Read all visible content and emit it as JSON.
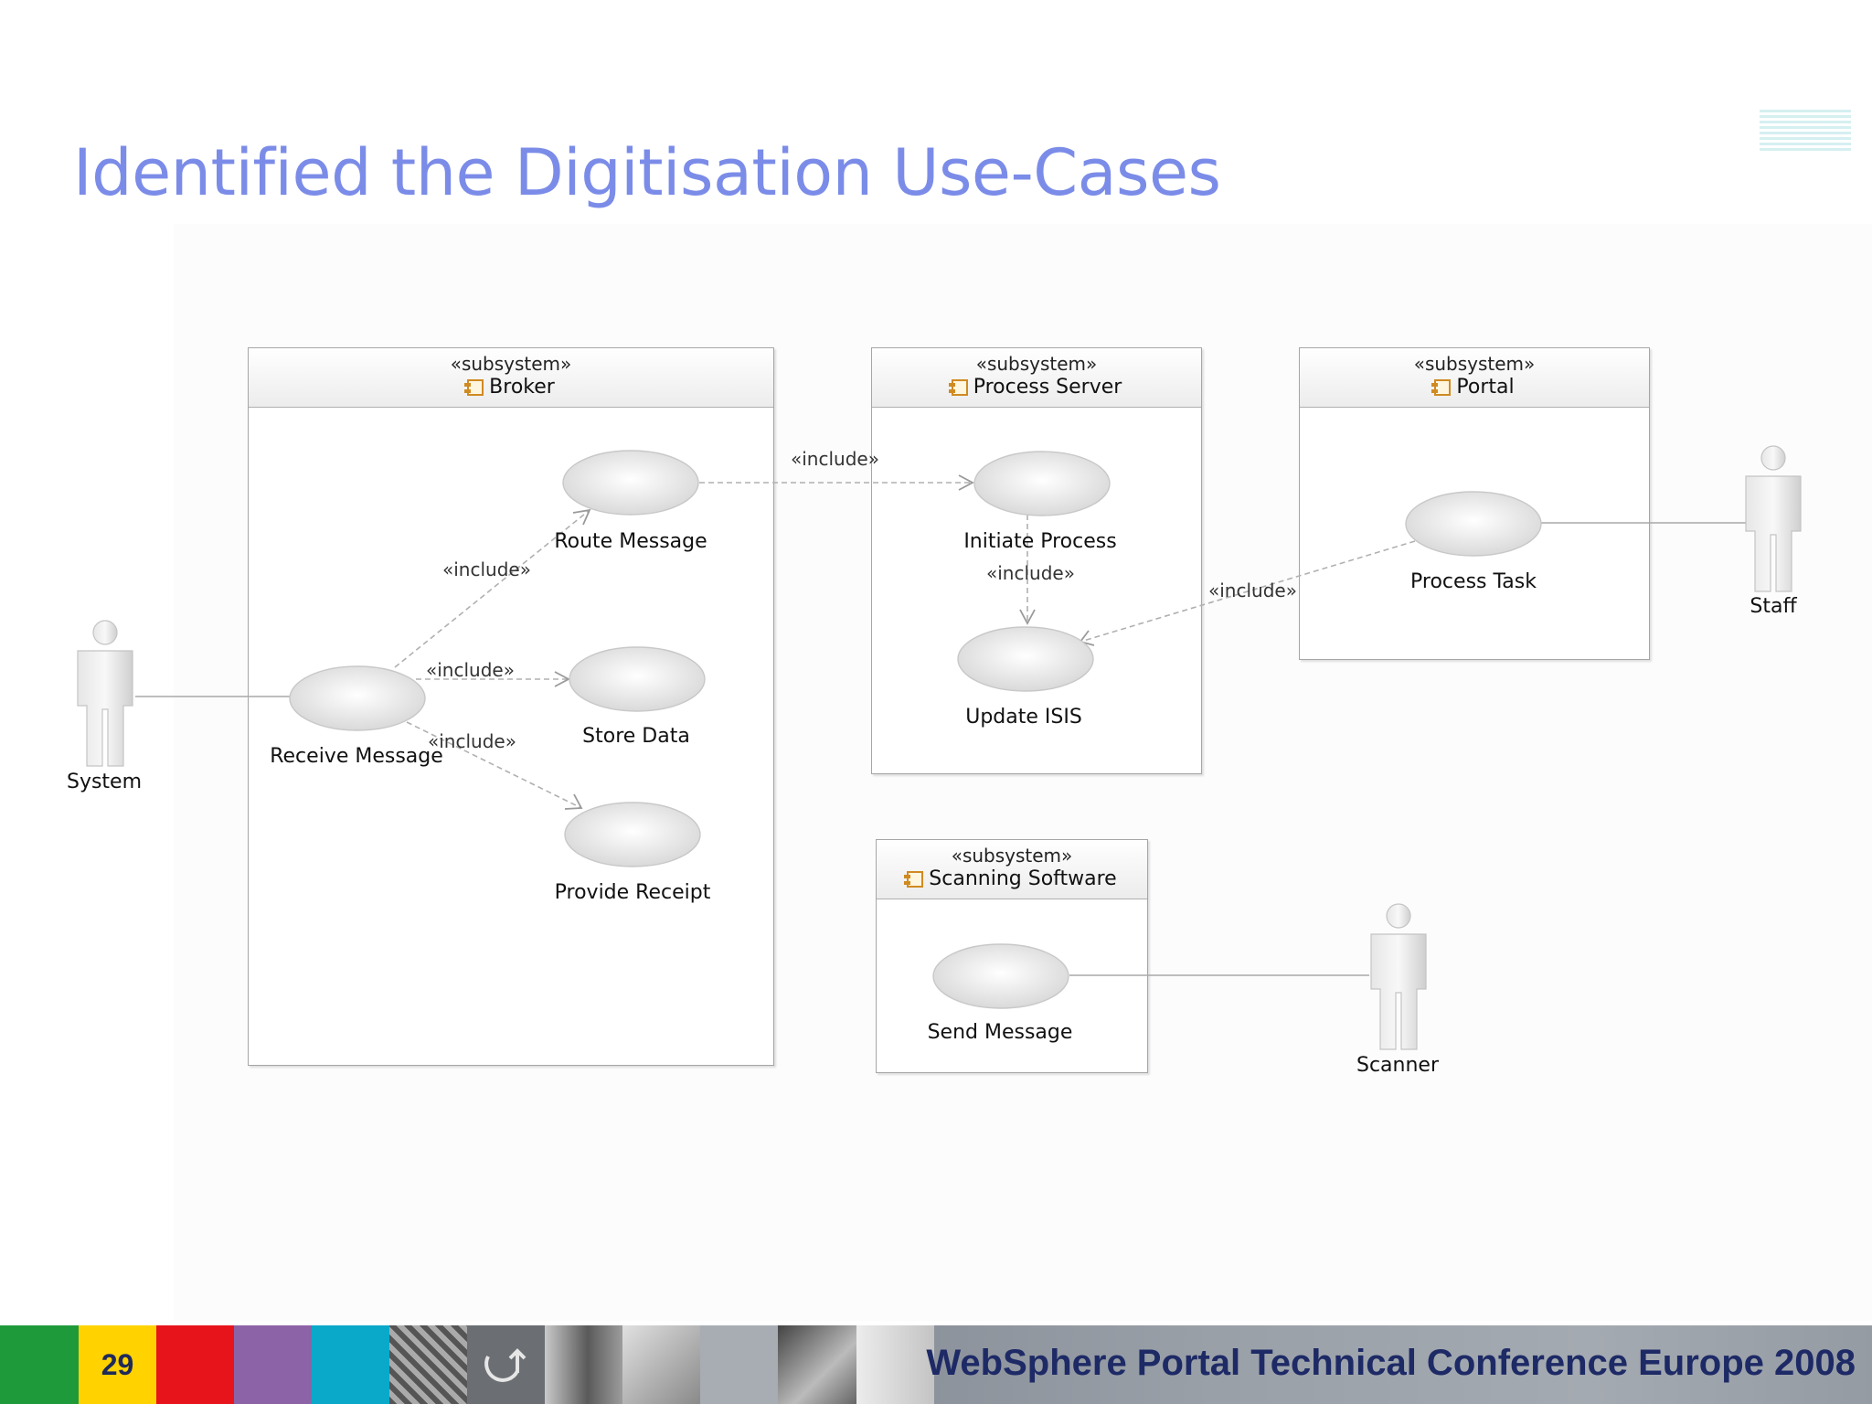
{
  "slide": {
    "title": "Identified the Digitisation Use-Cases"
  },
  "subsystems": [
    {
      "id": "broker",
      "stereotype": "«subsystem»",
      "name": "Broker"
    },
    {
      "id": "process-server",
      "stereotype": "«subsystem»",
      "name": "Process Server"
    },
    {
      "id": "portal",
      "stereotype": "«subsystem»",
      "name": "Portal"
    },
    {
      "id": "scanning-software",
      "stereotype": "«subsystem»",
      "name": "Scanning Software"
    }
  ],
  "use_cases": {
    "route_message": "Route Message",
    "receive_message": "Receive Message",
    "store_data": "Store Data",
    "provide_receipt": "Provide Receipt",
    "initiate_process": "Initiate Process",
    "update_isis": "Update ISIS",
    "process_task": "Process Task",
    "send_message": "Send Message"
  },
  "actors": {
    "system": "System",
    "staff": "Staff",
    "scanner": "Scanner"
  },
  "relation_label": "«include»",
  "footer": {
    "page_number": "29",
    "conference": "WebSphere Portal Technical Conference Europe 2008",
    "colors": [
      "#1f9a3a",
      "#ffd200",
      "#e8141b",
      "#8d63a8",
      "#0aa9c9"
    ]
  }
}
